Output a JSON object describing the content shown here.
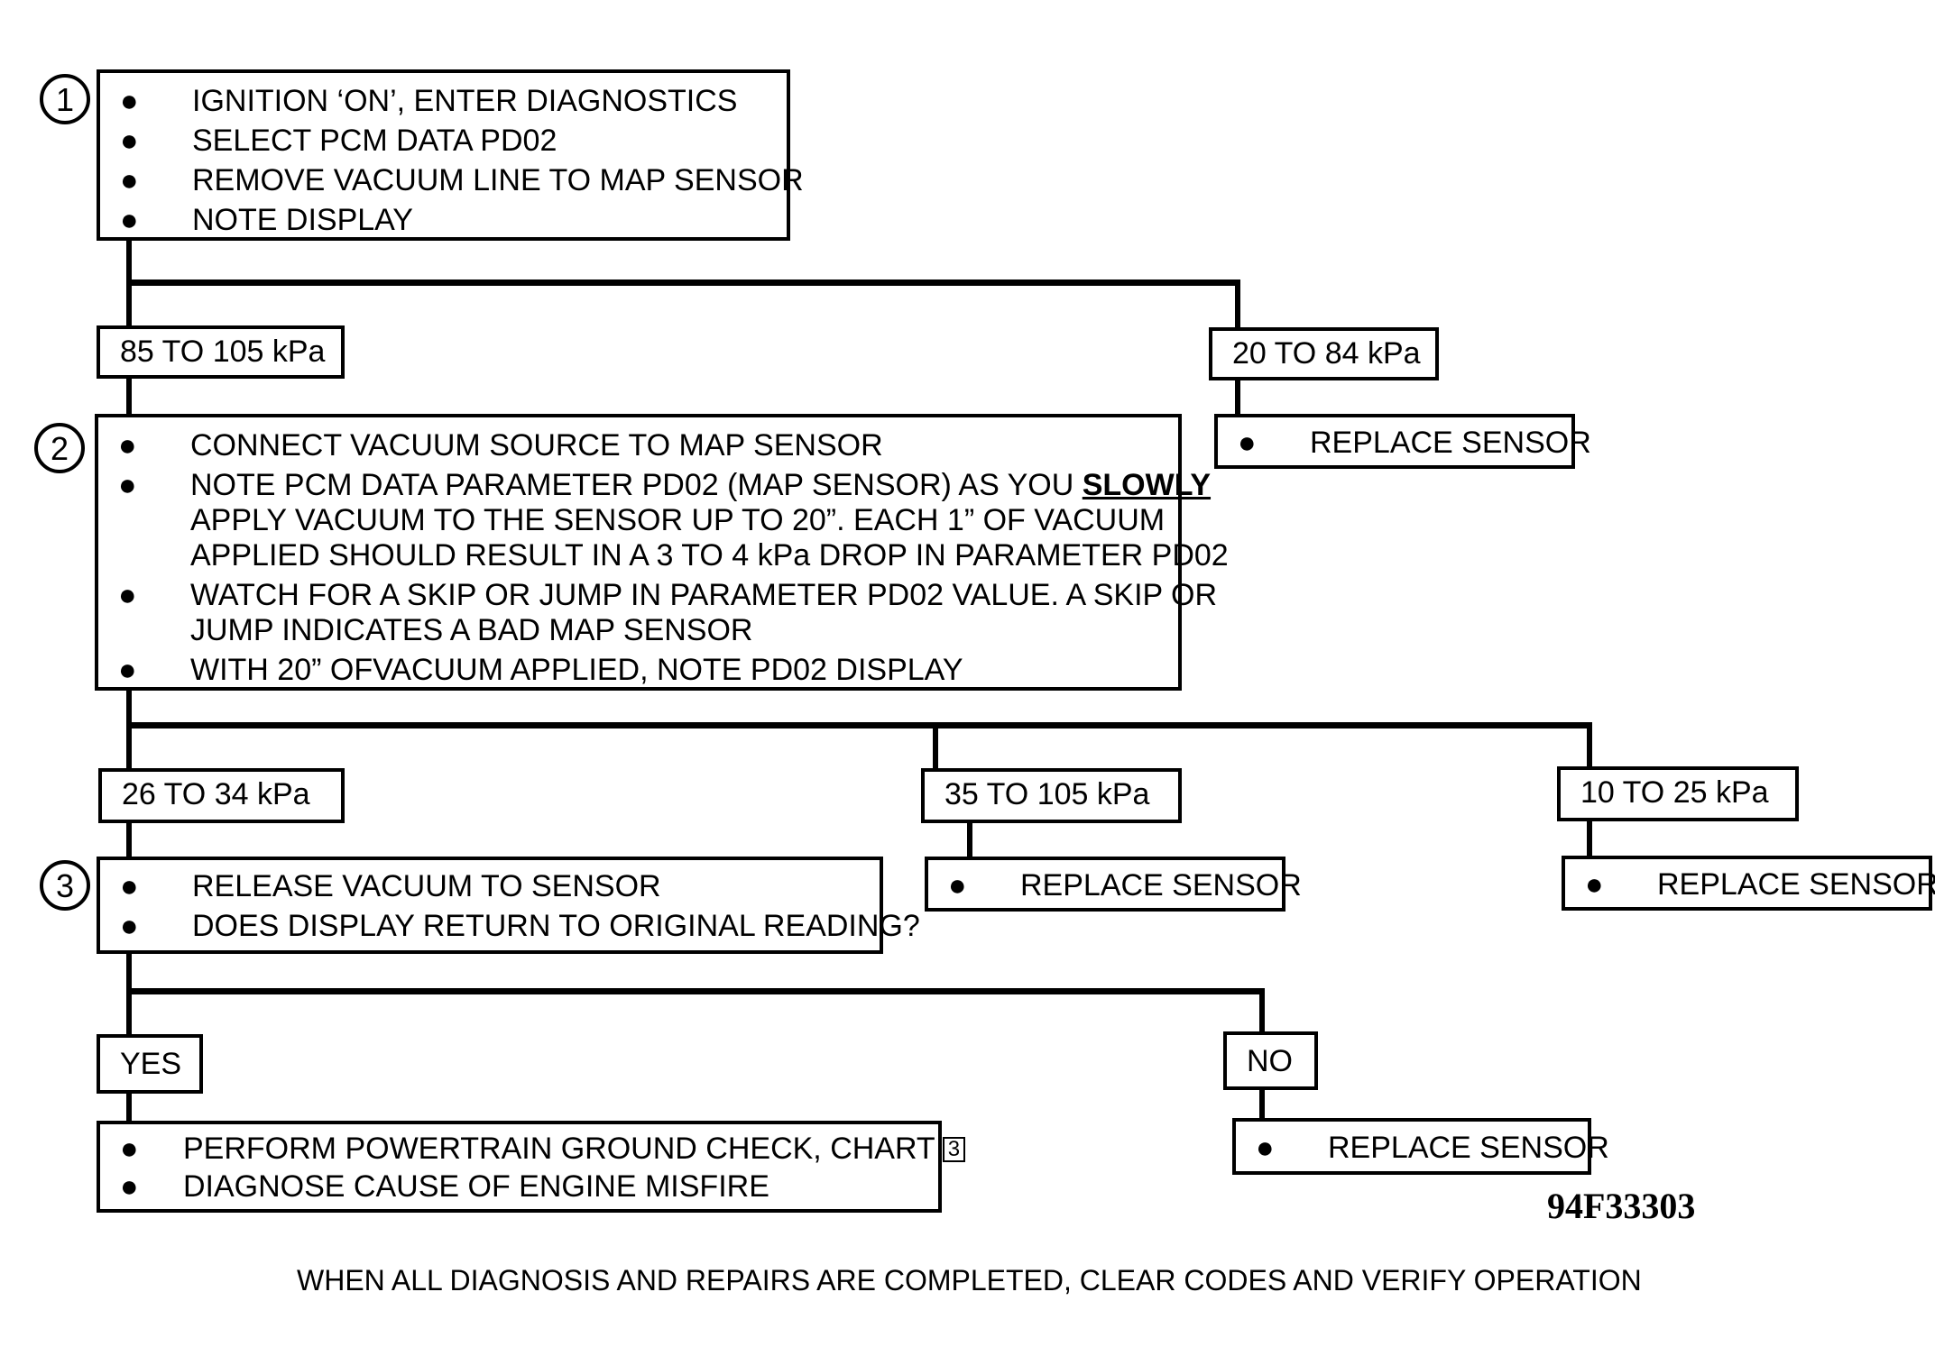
{
  "step1": {
    "number": "1",
    "items": [
      "IGNITION ‘ON’, ENTER DIAGNOSTICS",
      "SELECT PCM DATA PD02",
      "REMOVE VACUUM LINE TO MAP SENSOR",
      "NOTE DISPLAY"
    ]
  },
  "branch1": {
    "left_range": "85 TO 105 kPa",
    "right_range": "20 TO 84 kPa",
    "right_action": "REPLACE SENSOR"
  },
  "step2": {
    "number": "2",
    "item1": "CONNECT VACUUM SOURCE TO MAP SENSOR",
    "item2_line1_pre": "NOTE PCM DATA PARAMETER PD02 (MAP SENSOR) AS YOU ",
    "item2_line1_emph": "SLOWLY",
    "item2_line2": "APPLY VACUUM TO THE SENSOR UP TO 20”.  EACH 1” OF VACUUM",
    "item2_line3": "APPLIED SHOULD RESULT IN A 3 TO 4 kPa DROP IN PARAMETER PD02",
    "item3_line1": "WATCH FOR A SKIP OR JUMP IN PARAMETER PD02 VALUE. A SKIP OR",
    "item3_line2": "JUMP INDICATES A BAD MAP SENSOR",
    "item4": "WITH 20” OFVACUUM APPLIED, NOTE PD02 DISPLAY"
  },
  "branch2": {
    "left_range": "26 TO 34 kPa",
    "middle_range": "35 TO 105 kPa",
    "middle_action": "REPLACE SENSOR",
    "right_range": "10 TO 25 kPa",
    "right_action": "REPLACE SENSOR"
  },
  "step3": {
    "number": "3",
    "items": [
      "RELEASE VACUUM TO SENSOR",
      "DOES DISPLAY RETURN TO ORIGINAL READING?"
    ]
  },
  "branch3": {
    "yes_label": "YES",
    "no_label": "NO",
    "no_action": "REPLACE SENSOR",
    "yes_item1": "PERFORM POWERTRAIN GROUND CHECK, CHART",
    "yes_item1_chart_ref": "3",
    "yes_item2": "DIAGNOSE CAUSE OF ENGINE MISFIRE"
  },
  "figure_id": "94F33303",
  "footer": "WHEN ALL DIAGNOSIS AND REPAIRS ARE COMPLETED, CLEAR CODES AND VERIFY OPERATION",
  "bullet_glyph": "●"
}
